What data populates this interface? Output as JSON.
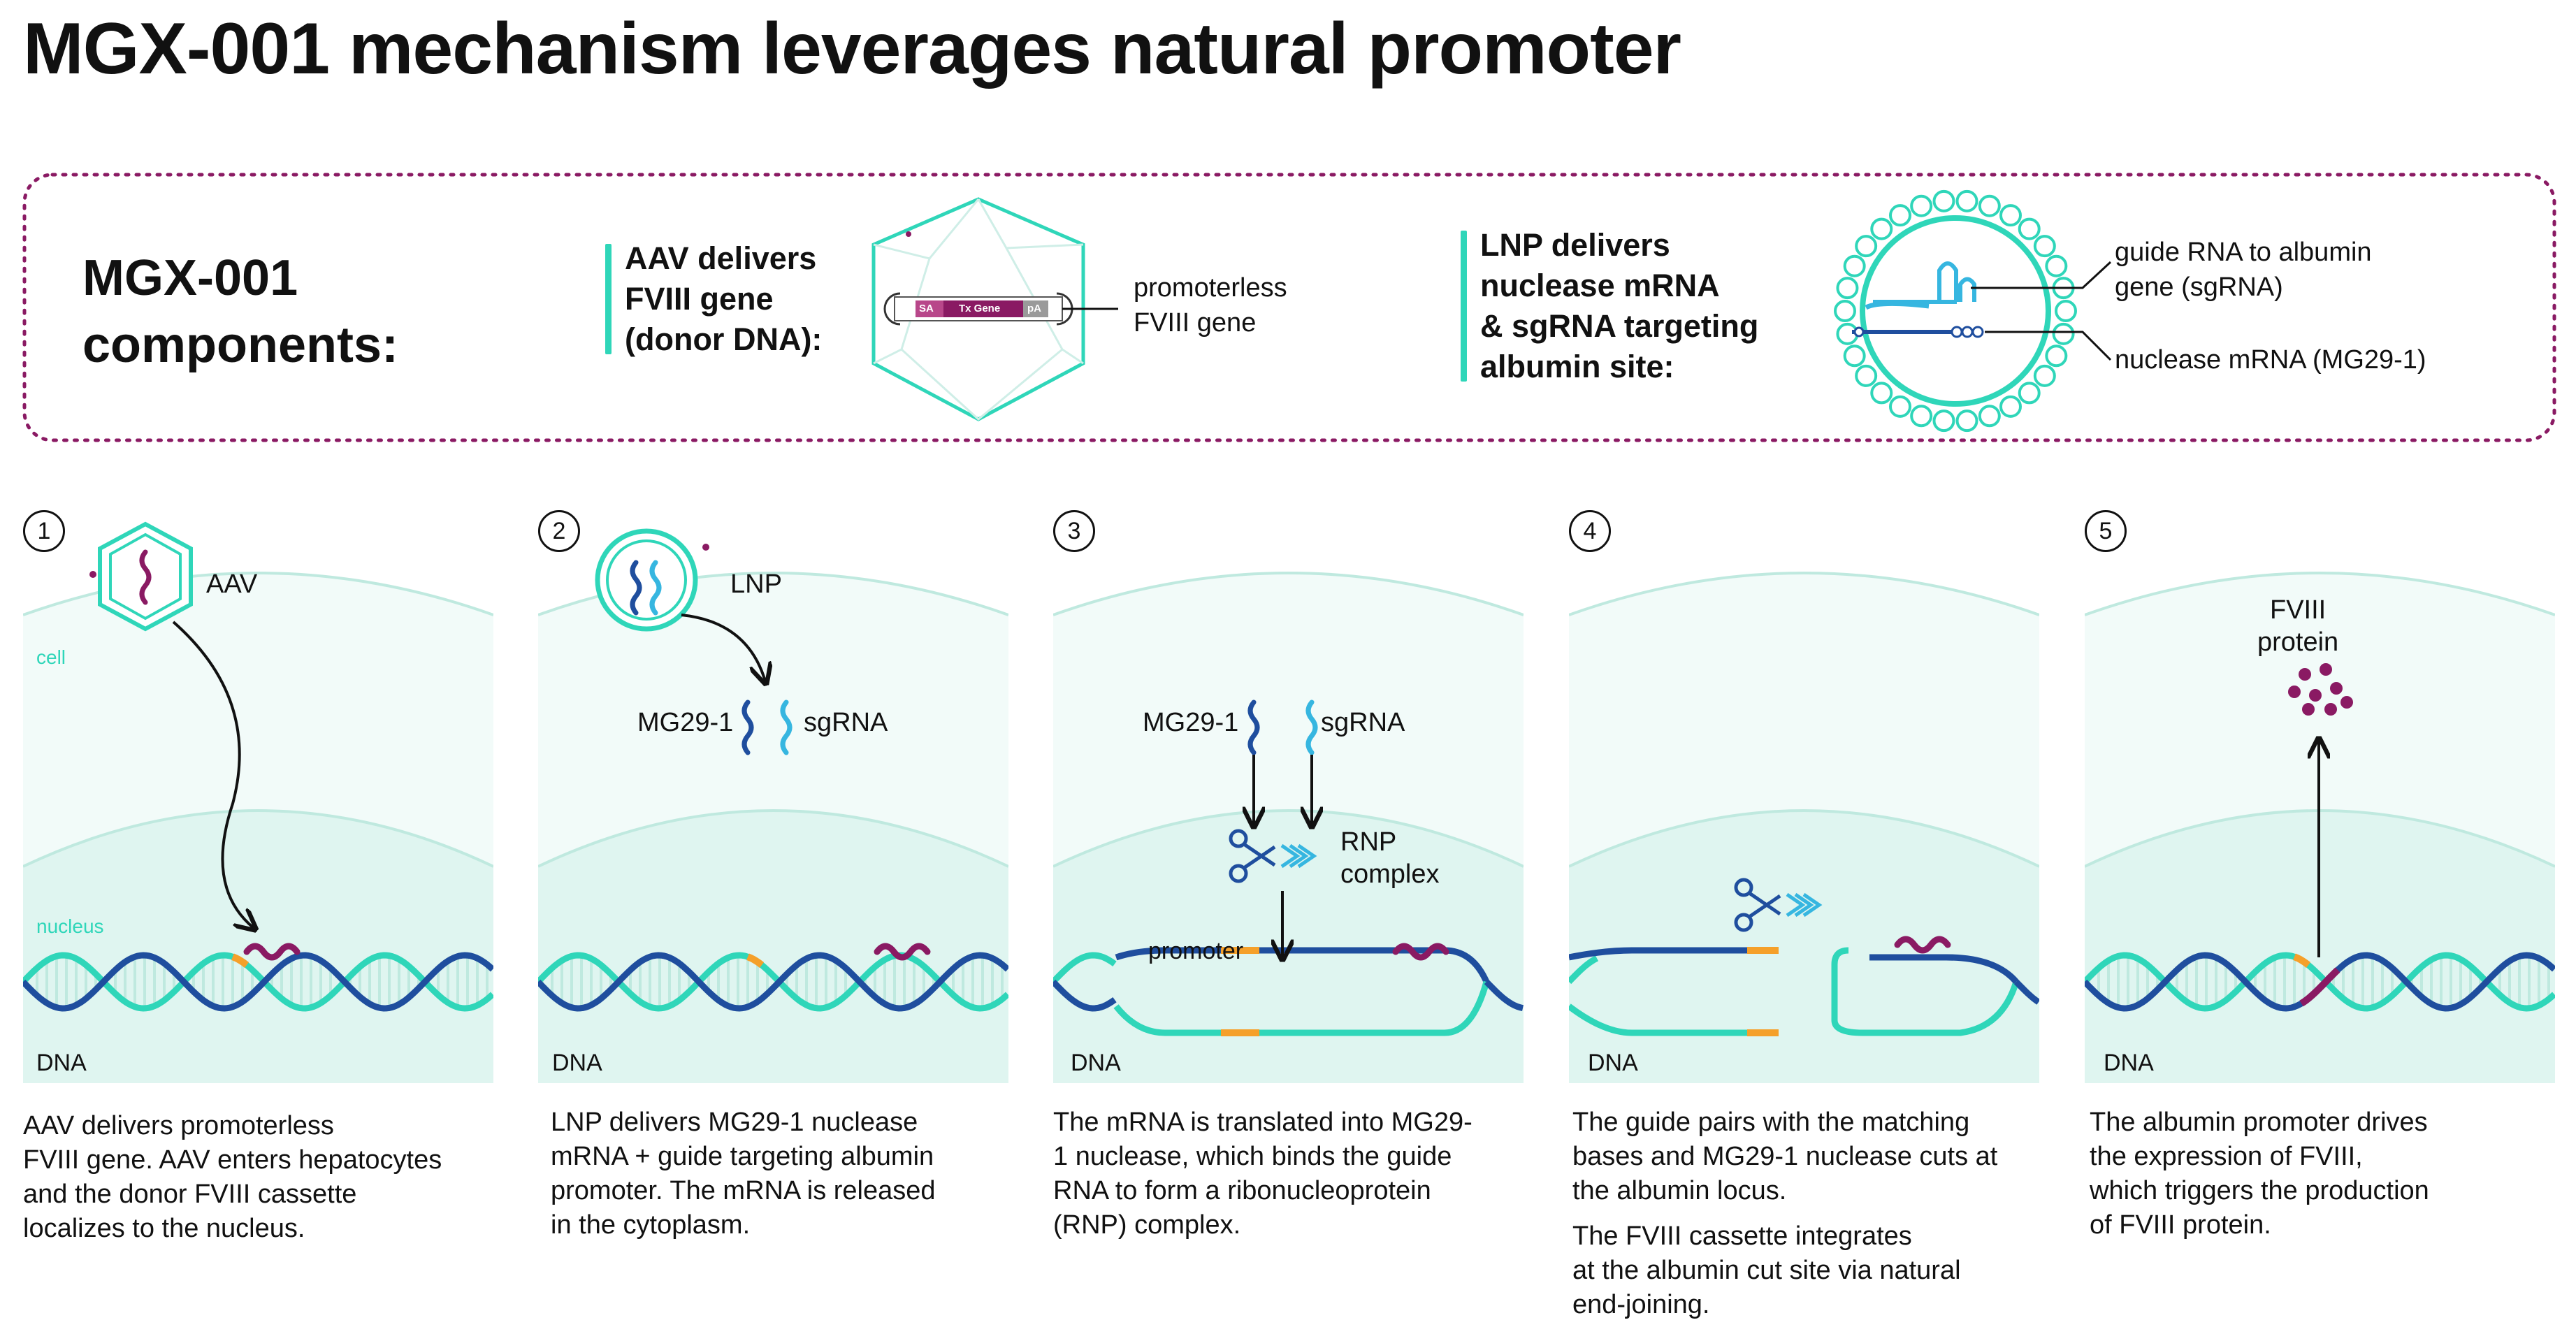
{
  "title": "MGX-001 mechanism leverages natural promoter",
  "components": {
    "heading": "MGX-001\ncomponents:",
    "aav_label": "AAV delivers\nFVIII gene\n(donor DNA):",
    "aav_gene_callout": "promoterless\nFVIII gene",
    "cassette": {
      "sa": "SA",
      "tx": "Tx Gene",
      "pa": "pA"
    },
    "lnp_label": "LNP delivers\nnuclease mRNA\n& sgRNA targeting\nalbumin site:",
    "lnp_callout_guide": "guide RNA to albumin\ngene (sgRNA)",
    "lnp_callout_nuclease": "nuclease mRNA (MG29-1)"
  },
  "steps": [
    {
      "number": "1",
      "vector": "AAV",
      "cell": "cell",
      "nucleus": "nucleus",
      "dna": "DNA",
      "description": "AAV delivers promoterless\nFVIII gene. AAV enters hepatocytes\nand the donor FVIII cassette\nlocalizes to the nucleus."
    },
    {
      "number": "2",
      "vector": "LNP",
      "left": "MG29-1",
      "right": "sgRNA",
      "dna": "DNA",
      "description": "LNP delivers MG29-1 nuclease\nmRNA + guide targeting albumin\npromoter. The mRNA is released\nin the cytoplasm."
    },
    {
      "number": "3",
      "left": "MG29-1",
      "right": "sgRNA",
      "rnp": "RNP\ncomplex",
      "promoter": "promoter",
      "dna": "DNA",
      "description": "The mRNA is translated into MG29-\n1 nuclease, which binds the guide\nRNA to form a ribonucleoprotein\n(RNP) complex."
    },
    {
      "number": "4",
      "dna": "DNA",
      "description": "The guide pairs with the matching\nbases and MG29-1 nuclease cuts at\nthe albumin locus.",
      "description2": "The FVIII cassette integrates\nat the albumin cut site via natural\nend-joining."
    },
    {
      "number": "5",
      "protein": "FVIII\nprotein",
      "dna": "DNA",
      "description": "The albumin promoter drives\nthe expression of FVIII,\nwhich triggers the production\nof FVIII protein."
    }
  ],
  "colors": {
    "teal": "#2fd6b9",
    "teal_light": "#e6f8f4",
    "navy": "#1f4e9e",
    "purple": "#8a1a63",
    "orange": "#f5a02a",
    "sky": "#36b6e0"
  }
}
